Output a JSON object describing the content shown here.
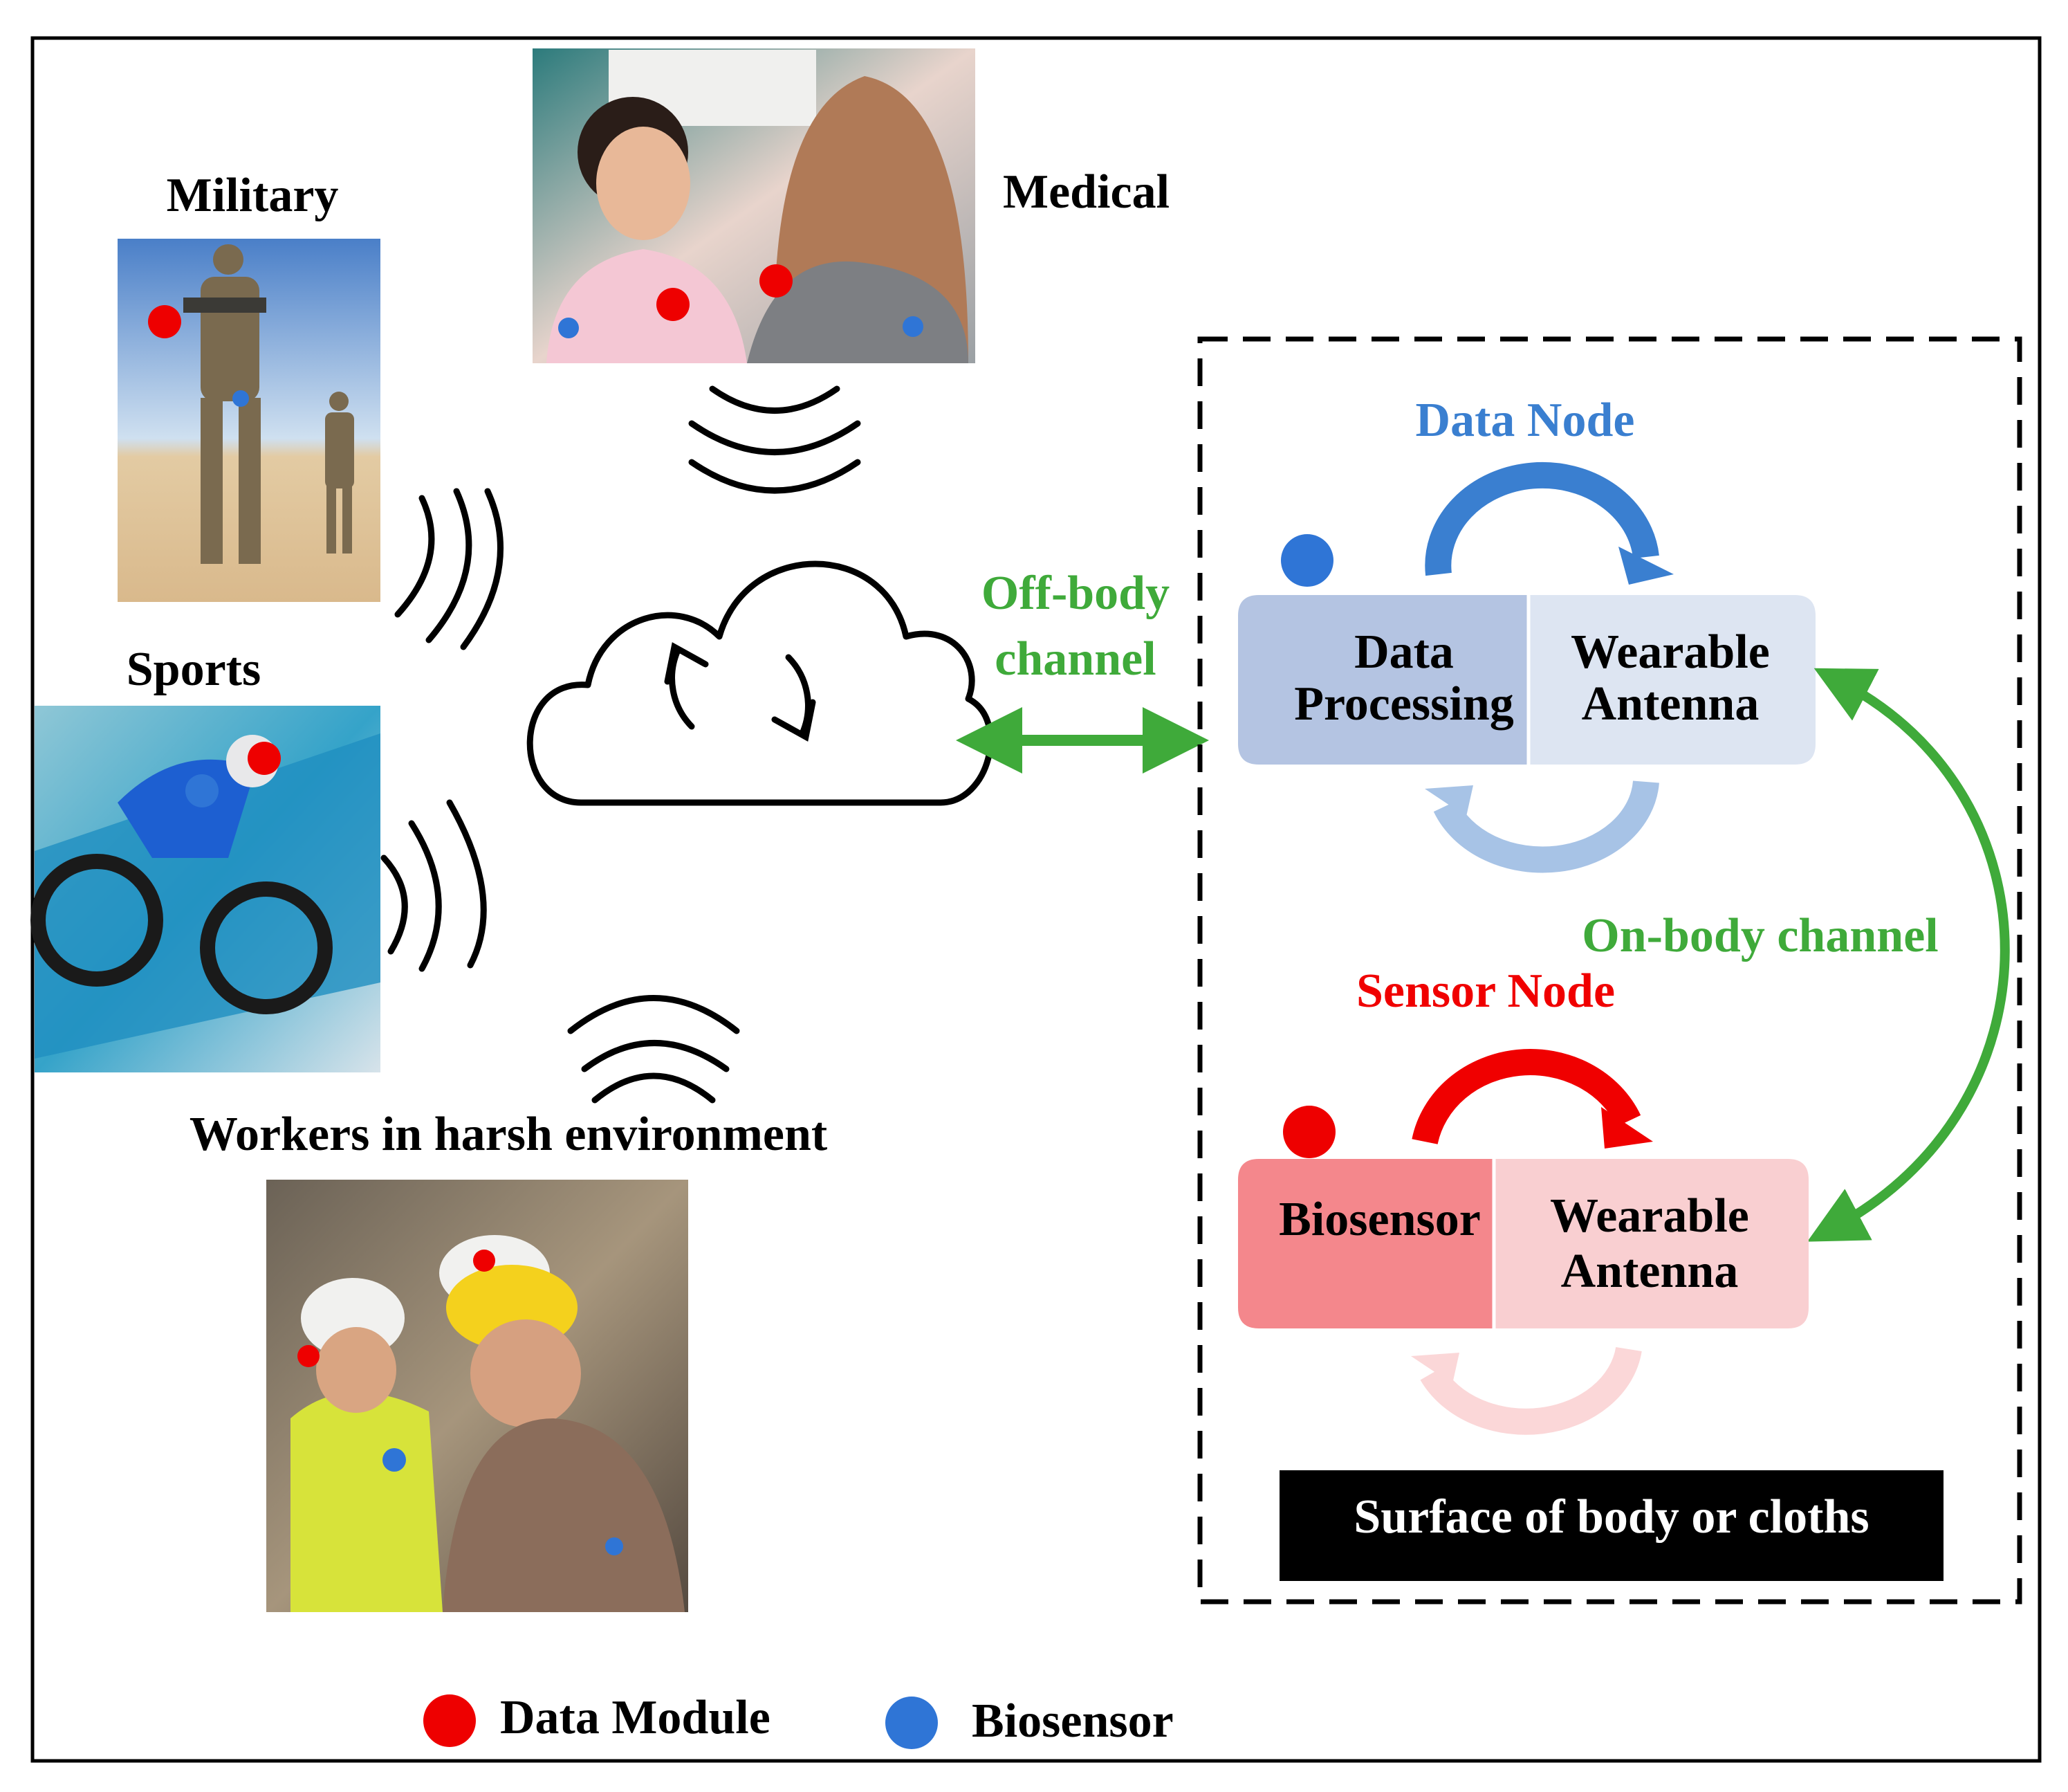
{
  "applications": {
    "military": "Military",
    "medical": "Medical",
    "sports": "Sports",
    "workers": "Workers in harsh environment"
  },
  "channels": {
    "off_body_line1": "Off-body",
    "off_body_line2": "channel",
    "on_body": "On-body channel"
  },
  "data_node": {
    "title": "Data Node",
    "left_line1": "Data",
    "left_line2": "Processing",
    "right_line1": "Wearable",
    "right_line2": "Antenna"
  },
  "sensor_node": {
    "title": "Sensor Node",
    "left_line1": "Biosensor",
    "right_line1": "Wearable",
    "right_line2": "Antenna"
  },
  "surface_label": "Surface of body or cloths",
  "legend": {
    "data_module": "Data Module",
    "biosensor": "Biosensor"
  },
  "colors": {
    "data_module": "#ee0000",
    "biosensor": "#2f75d6",
    "channel_green": "#3faa3a",
    "data_node_blue": "#3a7fd0",
    "data_node_box_left": "#b4c4e2",
    "data_node_box_right": "#dde5f2",
    "sensor_red": "#f00000",
    "sensor_box_left": "#f4878c",
    "sensor_box_right": "#f9cfd1",
    "surface_bg": "#000000"
  },
  "icons": [
    "cloud-icon",
    "sync-arrows-icon",
    "wireless-waves-icon"
  ]
}
